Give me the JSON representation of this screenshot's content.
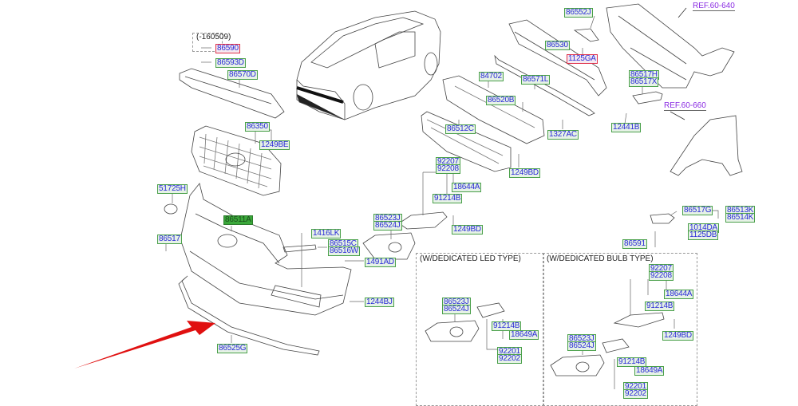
{
  "diagram": {
    "title": "Front bumper assembly parts diagram",
    "highlight_color": "#e01010",
    "label_text_color": "#2a2ad8",
    "label_border_color": "#4aa04a",
    "ref_color": "#8a2be2",
    "notes": {
      "date_range": "(-160509)",
      "led_section": "(W/DEDICATED LED TYPE)",
      "bulb_section": "(W/DEDICATED BULB TYPE)"
    },
    "refs": {
      "ref_640": "REF.60-640",
      "ref_660": "REF.60-660"
    },
    "labels": {
      "p86590": "86590",
      "p86593D": "86593D",
      "p86570D": "86570D",
      "p86350": "86350",
      "p1249BE": "1249BE",
      "p51725H": "51725H",
      "p86511A": "86511A",
      "p86517": "86517",
      "p1416LK": "1416LK",
      "p86515C": "86515C",
      "p86516W": "86516W",
      "p1491AD": "1491AD",
      "p1244BJ": "1244BJ",
      "p86525G": "86525G",
      "p86523J_a": "86523J",
      "p86524J_a": "86524J",
      "p92207_a": "92207",
      "p92208_a": "92208",
      "p18644A_a": "18644A",
      "p91214B_a": "91214B",
      "p1249BD_a": "1249BD",
      "p1249BD_b": "1249BD",
      "p86512C": "86512C",
      "p84702": "84702",
      "p86520B": "86520B",
      "p86571L": "86571L",
      "p1327AC": "1327AC",
      "p86530": "86530",
      "p86552J": "86552J",
      "p1125GA": "1125GA",
      "p86517H": "86517H",
      "p86517X": "86517X",
      "p12441B": "12441B",
      "p86517G": "86517G",
      "p86513K": "86513K",
      "p86514K": "86514K",
      "p1014DA": "1014DA",
      "p1125DB": "1125DB",
      "p86591": "86591",
      "led_86523J": "86523J",
      "led_86524J": "86524J",
      "led_91214B": "91214B",
      "led_18649A": "18649A",
      "led_92201": "92201",
      "led_92202": "92202",
      "bulb_92207": "92207",
      "bulb_92208": "92208",
      "bulb_18644A": "18644A",
      "bulb_91214B": "91214B",
      "bulb_1249BD": "1249BD",
      "bulb_86523J": "86523J",
      "bulb_86524J": "86524J",
      "bulb_91214B_2": "91214B",
      "bulb_18649A": "18649A",
      "bulb_92201": "92201",
      "bulb_92202": "92202"
    }
  }
}
